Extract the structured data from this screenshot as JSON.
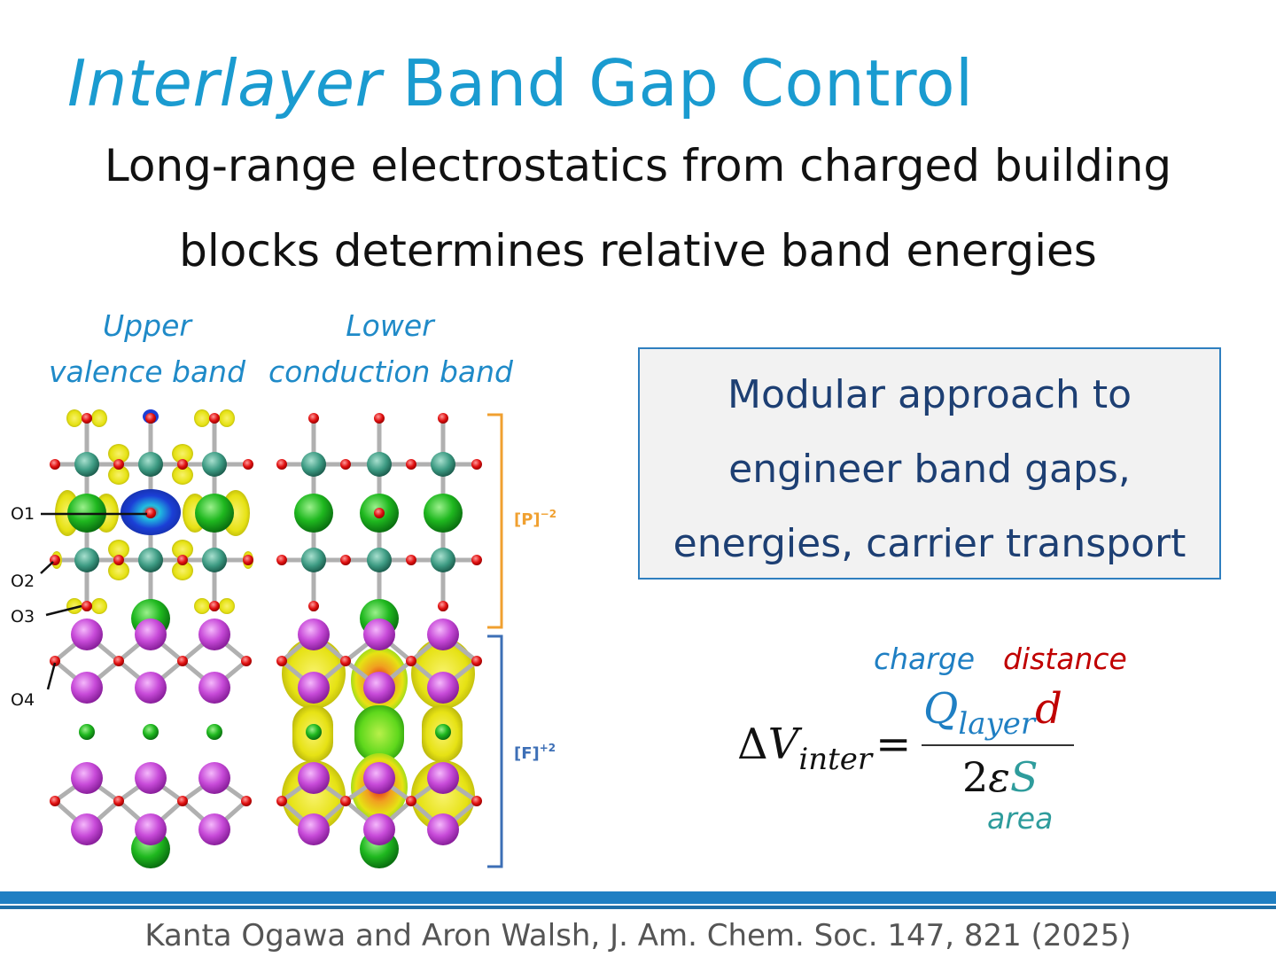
{
  "title": {
    "italic": "Interlayer",
    "rest": " Band Gap Control"
  },
  "subtitle": {
    "line1": "Long-range electrostatics from charged building",
    "line2": "blocks determines relative band energies"
  },
  "figure": {
    "labels": {
      "upper_line1": "Upper",
      "upper_line2": "valence band",
      "lower_line1": "Lower",
      "lower_line2": "conduction band"
    },
    "oxygen_labels": [
      "O1",
      "O2",
      "O3",
      "O4"
    ],
    "layer_labels": {
      "p_layer": "[P]",
      "p_charge": "−2",
      "f_layer": "[F]",
      "f_charge": "+2"
    },
    "colors": {
      "cl": "#19b01e",
      "bi": "#c84bd9",
      "o": "#e11111",
      "metal": "#3d9b83",
      "iso_yellow": "#e6e214",
      "iso_blue": "#1b3fd6",
      "bracket_p": "#f0a030",
      "bracket_f": "#3d6fb6"
    }
  },
  "box": {
    "line1": "Modular approach to",
    "line2": "engineer band gaps,",
    "line3": "energies, carrier transport"
  },
  "equation": {
    "charge_label": "charge",
    "distance_label": "distance",
    "area_label": "area",
    "lhs_delta": "Δ",
    "lhs_v": "V",
    "lhs_sub": "inter",
    "equals": "=",
    "num_q": "Q",
    "num_sub": "layer",
    "num_d": "d",
    "den_2": "2",
    "den_eps": "ε",
    "den_s": "S",
    "colors": {
      "charge": "#1f7fc3",
      "distance": "#c00000",
      "area": "#2e9c9c",
      "black": "#111111"
    }
  },
  "footer": {
    "citation": "Kanta Ogawa and Aron Walsh, J. Am. Chem. Soc. 147, 821 (2025)"
  }
}
